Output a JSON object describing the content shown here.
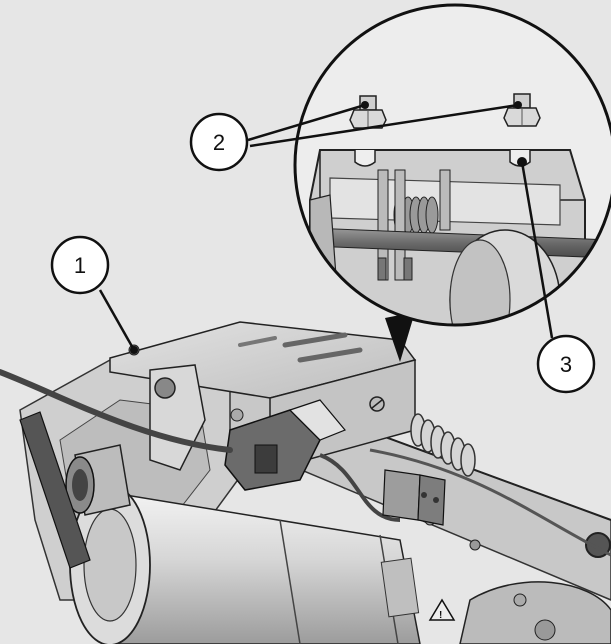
{
  "callouts": [
    {
      "label": "1"
    },
    {
      "label": "2"
    },
    {
      "label": "3"
    }
  ],
  "colors": {
    "background": "#e6e6e6",
    "metal_light": "#d3d3d3",
    "metal_mid": "#b3b3b3",
    "metal_dark": "#6e6e6e",
    "ink": "#111111"
  },
  "icons": [
    "warning-triangle-icon"
  ]
}
